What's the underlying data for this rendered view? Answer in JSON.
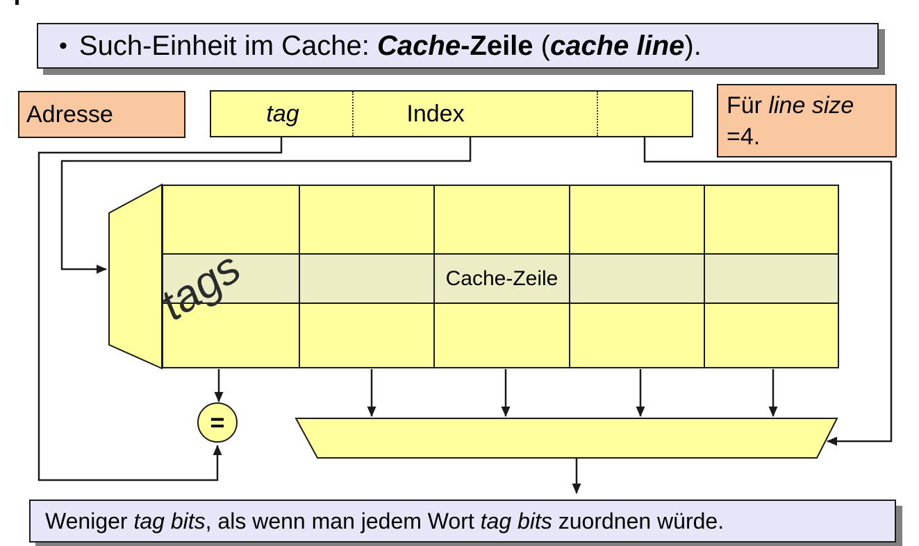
{
  "slide": {
    "top_banner": {
      "bullet": "•",
      "prefix": "Such-Einheit im Cache: ",
      "term_de_head": "Cache",
      "term_de_tail": "-Zeile",
      "paren_open": " (",
      "term_en": "cache line",
      "paren_close": ")."
    },
    "address": {
      "label": "Adresse",
      "field": {
        "tag": "tag",
        "index": "Index"
      }
    },
    "note": {
      "prefix": "Für ",
      "italic": "line size",
      "line2": "=4."
    },
    "cache": {
      "tags": "tags",
      "row_label": "Cache-Zeile"
    },
    "comparator": {
      "symbol": "="
    },
    "bottom_banner": {
      "part1": "Weniger ",
      "italic1": "tag bits",
      "part2": ", als wenn man jedem Wort ",
      "italic2": "tag bits",
      "part3": " zuordnen würde."
    },
    "colors": {
      "banner_bg": "#e6e6f8",
      "note_bg": "#fac8a0",
      "shape_yellow": "#ffff9e",
      "row_highlight": "#ededc5",
      "shadow": "#808080",
      "line": "#1a1a1a"
    }
  }
}
